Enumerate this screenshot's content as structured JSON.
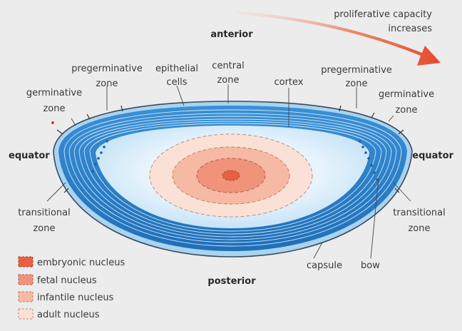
{
  "top_note": {
    "line1": "proliferative capacity",
    "line2": "increases"
  },
  "labels": {
    "anterior": "anterior",
    "posterior": "posterior",
    "equator_left": "equator",
    "equator_right": "equator",
    "germinative_left": [
      "germinative",
      "zone"
    ],
    "germinative_right": [
      "germinative",
      "zone"
    ],
    "pregerminative_left": [
      "pregerminative",
      "zone"
    ],
    "pregerminative_right": [
      "pregerminative",
      "zone"
    ],
    "epithelial": [
      "epithelial",
      "cells"
    ],
    "central": [
      "central",
      "zone"
    ],
    "cortex": "cortex",
    "transitional_left": [
      "transitional",
      "zone"
    ],
    "transitional_right": [
      "transitional",
      "zone"
    ],
    "capsule": "capsule",
    "bow": "bow"
  },
  "legend": [
    {
      "label": "embryonic nucleus",
      "color": "#e8603e"
    },
    {
      "label": "fetal nucleus",
      "color": "#f0937a"
    },
    {
      "label": "infantile nucleus",
      "color": "#f6b9a4"
    },
    {
      "label": "adult nucleus",
      "color": "#fbe1d5"
    }
  ],
  "colors": {
    "lens_blue": "#2f86cf",
    "lens_light": "#dff0fb",
    "arrow": "#e44a2c"
  }
}
